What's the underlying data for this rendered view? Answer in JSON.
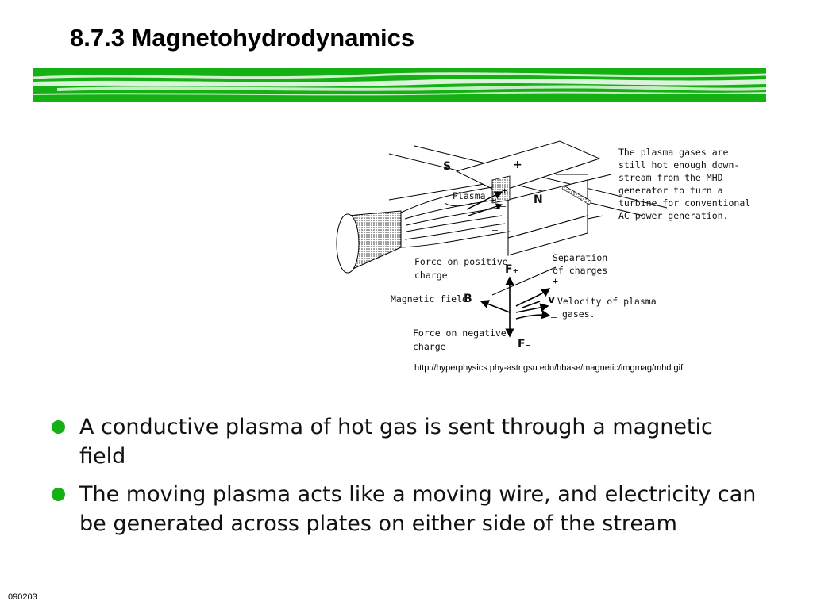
{
  "slide": {
    "title": "8.7.3 Magnetohydrodynamics",
    "accent_color": "#14b014",
    "footer_code": "090203"
  },
  "diagram": {
    "labels": {
      "south_pole": "S",
      "north_pole": "N",
      "plus_plate": "+",
      "plasma": "Plasma",
      "force_positive_line1": "Force on positive",
      "force_positive_line2": "charge",
      "f_plus": "F₊",
      "separation_line1": "Separation",
      "separation_line2": "of charges",
      "magnetic_field": "Magnetic field",
      "b_symbol": "B",
      "velocity_line1": "Velocity of plasma",
      "velocity_line2": "gases.",
      "v_symbol": "v",
      "force_negative_line1": "Force on negative",
      "force_negative_line2": "charge",
      "f_minus": "F₋",
      "plus_sign": "+",
      "minus_sign": "–"
    },
    "note_lines": [
      "The plasma gases are",
      "still hot enough down-",
      "stream from the MHD",
      "generator to turn a",
      "turbine for conventional",
      "AC power generation."
    ]
  },
  "source_url": "http://hyperphysics.phy-astr.gsu.edu/hbase/magnetic/imgmag/mhd.gif",
  "bullets": [
    {
      "text": "A conductive plasma of hot gas is sent through a magnetic field"
    },
    {
      "text": "The moving plasma acts like a moving wire, and electricity can be generated across plates on either side of the stream"
    }
  ]
}
